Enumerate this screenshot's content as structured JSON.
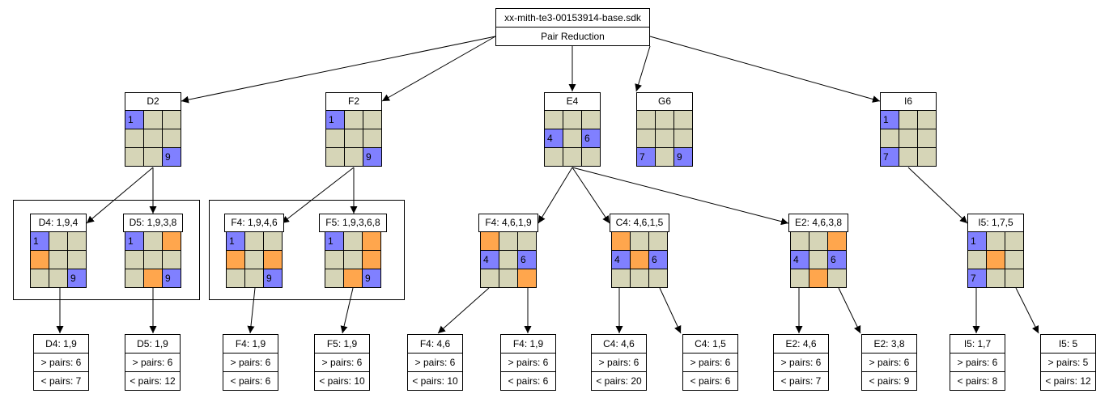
{
  "root": {
    "title": "xx-mith-te3-00153914-base.sdk",
    "subtitle": "Pair Reduction"
  },
  "colors": {
    "cell": "#d6d5b7",
    "blue": "#8080ff",
    "orange": "#ffa64d"
  },
  "nodes": [
    {
      "label": "D2",
      "cells": [
        [
          "1",
          "b"
        ],
        [
          "",
          ""
        ],
        [
          "",
          ""
        ],
        [
          "",
          ""
        ],
        [
          "",
          ""
        ],
        [
          "",
          ""
        ],
        [
          "",
          ""
        ],
        [
          "",
          ""
        ],
        [
          "9",
          "b"
        ]
      ]
    },
    {
      "label": "F2",
      "cells": [
        [
          "1",
          "b"
        ],
        [
          "",
          ""
        ],
        [
          "",
          ""
        ],
        [
          "",
          ""
        ],
        [
          "",
          ""
        ],
        [
          "",
          ""
        ],
        [
          "",
          ""
        ],
        [
          "",
          ""
        ],
        [
          "9",
          "b"
        ]
      ]
    },
    {
      "label": "E4",
      "cells": [
        [
          "",
          ""
        ],
        [
          "",
          ""
        ],
        [
          "",
          ""
        ],
        [
          "4",
          "b"
        ],
        [
          "",
          ""
        ],
        [
          "6",
          "b"
        ],
        [
          "",
          ""
        ],
        [
          "",
          ""
        ],
        [
          "",
          ""
        ]
      ]
    },
    {
      "label": "G6",
      "cells": [
        [
          "",
          ""
        ],
        [
          "",
          ""
        ],
        [
          "",
          ""
        ],
        [
          "",
          ""
        ],
        [
          "",
          ""
        ],
        [
          "",
          ""
        ],
        [
          "7",
          "b"
        ],
        [
          "",
          ""
        ],
        [
          "9",
          "b"
        ]
      ]
    },
    {
      "label": "I6",
      "cells": [
        [
          "1",
          "b"
        ],
        [
          "",
          ""
        ],
        [
          "",
          ""
        ],
        [
          "",
          ""
        ],
        [
          "",
          ""
        ],
        [
          "",
          ""
        ],
        [
          "7",
          "b"
        ],
        [
          "",
          ""
        ],
        [
          "",
          ""
        ]
      ]
    },
    {
      "label": "D4: 1,9,4",
      "cells": [
        [
          "1",
          "b"
        ],
        [
          "",
          ""
        ],
        [
          "",
          ""
        ],
        [
          "",
          "o"
        ],
        [
          "",
          ""
        ],
        [
          "",
          ""
        ],
        [
          "",
          ""
        ],
        [
          "",
          ""
        ],
        [
          "9",
          "b"
        ]
      ]
    },
    {
      "label": "D5: 1,9,3,8",
      "cells": [
        [
          "1",
          "b"
        ],
        [
          "",
          ""
        ],
        [
          "",
          "o"
        ],
        [
          "",
          ""
        ],
        [
          "",
          ""
        ],
        [
          "",
          ""
        ],
        [
          "",
          ""
        ],
        [
          "",
          "o"
        ],
        [
          "9",
          "b"
        ]
      ]
    },
    {
      "label": "F4: 1,9,4,6",
      "cells": [
        [
          "1",
          "b"
        ],
        [
          "",
          ""
        ],
        [
          "",
          ""
        ],
        [
          "",
          "o"
        ],
        [
          "",
          ""
        ],
        [
          "",
          "o"
        ],
        [
          "",
          ""
        ],
        [
          "",
          ""
        ],
        [
          "9",
          "b"
        ]
      ]
    },
    {
      "label": "F5: 1,9,3,6,8",
      "cells": [
        [
          "1",
          "b"
        ],
        [
          "",
          ""
        ],
        [
          "",
          "o"
        ],
        [
          "",
          ""
        ],
        [
          "",
          ""
        ],
        [
          "",
          "o"
        ],
        [
          "",
          ""
        ],
        [
          "",
          "o"
        ],
        [
          "9",
          "b"
        ]
      ]
    },
    {
      "label": "F4: 4,6,1,9",
      "cells": [
        [
          "",
          "o"
        ],
        [
          "",
          ""
        ],
        [
          "",
          ""
        ],
        [
          "4",
          "b"
        ],
        [
          "",
          ""
        ],
        [
          "6",
          "b"
        ],
        [
          "",
          ""
        ],
        [
          "",
          ""
        ],
        [
          "",
          "o"
        ]
      ]
    },
    {
      "label": "C4: 4,6,1,5",
      "cells": [
        [
          "",
          "o"
        ],
        [
          "",
          ""
        ],
        [
          "",
          ""
        ],
        [
          "4",
          "b"
        ],
        [
          "",
          "o"
        ],
        [
          "6",
          "b"
        ],
        [
          "",
          ""
        ],
        [
          "",
          ""
        ],
        [
          "",
          ""
        ]
      ]
    },
    {
      "label": "E2: 4,6,3,8",
      "cells": [
        [
          "",
          ""
        ],
        [
          "",
          ""
        ],
        [
          "",
          "o"
        ],
        [
          "4",
          "b"
        ],
        [
          "",
          ""
        ],
        [
          "6",
          "b"
        ],
        [
          "",
          ""
        ],
        [
          "",
          "o"
        ],
        [
          "",
          ""
        ]
      ]
    },
    {
      "label": "I5: 1,7,5",
      "cells": [
        [
          "1",
          "b"
        ],
        [
          "",
          ""
        ],
        [
          "",
          ""
        ],
        [
          "",
          ""
        ],
        [
          "",
          "o"
        ],
        [
          "",
          ""
        ],
        [
          "7",
          "b"
        ],
        [
          "",
          ""
        ],
        [
          "",
          ""
        ]
      ]
    }
  ],
  "leaves": [
    {
      "label": "D4: 1,9",
      "gt": "> pairs: 6",
      "lt": "< pairs: 7"
    },
    {
      "label": "D5: 1,9",
      "gt": "> pairs: 6",
      "lt": "< pairs: 12"
    },
    {
      "label": "F4: 1,9",
      "gt": "> pairs: 6",
      "lt": "< pairs: 6"
    },
    {
      "label": "F5: 1,9",
      "gt": "> pairs: 6",
      "lt": "< pairs: 10"
    },
    {
      "label": "F4: 4,6",
      "gt": "> pairs: 6",
      "lt": "< pairs: 10"
    },
    {
      "label": "F4: 1,9",
      "gt": "> pairs: 6",
      "lt": "< pairs: 6"
    },
    {
      "label": "C4: 4,6",
      "gt": "> pairs: 6",
      "lt": "< pairs: 20"
    },
    {
      "label": "C4: 1,5",
      "gt": "> pairs: 6",
      "lt": "< pairs: 6"
    },
    {
      "label": "E2: 4,6",
      "gt": "> pairs: 6",
      "lt": "< pairs: 7"
    },
    {
      "label": "E2: 3,8",
      "gt": "> pairs: 6",
      "lt": "< pairs: 9"
    },
    {
      "label": "I5: 1,7",
      "gt": "> pairs: 6",
      "lt": "< pairs: 8"
    },
    {
      "label": "I5: 5",
      "gt": "> pairs: 5",
      "lt": "< pairs: 12"
    }
  ]
}
